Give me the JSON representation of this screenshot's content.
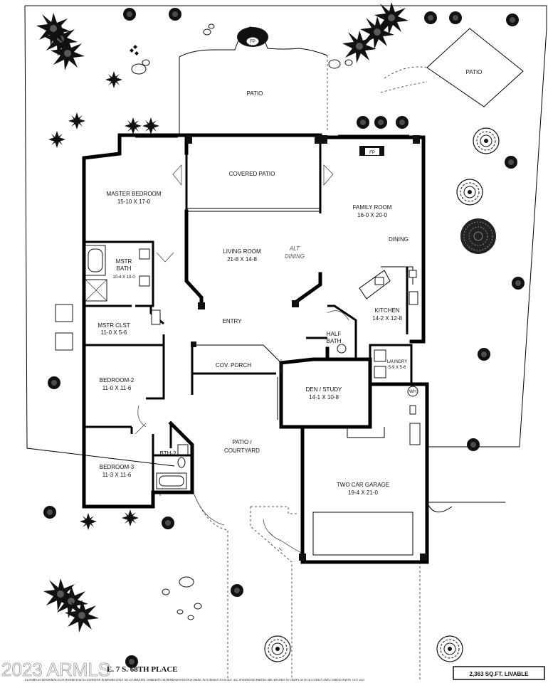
{
  "rooms": {
    "patio_top": "PATIO",
    "patio_right": "PATIO",
    "fireplace_outdoor": "FP",
    "covered_patio": "COVERED PATIO",
    "master_bedroom": {
      "name": "MASTER BEDROOM",
      "dims": "15-10  X  17-0"
    },
    "master_bath": {
      "name": "MSTR",
      "name2": "BATH",
      "dims": "10-4 X 10-0"
    },
    "master_closet": {
      "name": "MSTR  CLST",
      "dims": "11-0 X 5-6"
    },
    "living_room": {
      "name": "LIVING ROOM",
      "dims": "21-8  X  14-8"
    },
    "alt_dining": {
      "line1": "ALT",
      "line2": "DINING"
    },
    "family_room": {
      "name": "FAMILY ROOM",
      "dims": "16-0  X  20-0"
    },
    "fireplace_indoor": "FP",
    "dining": "DINING",
    "kitchen": {
      "name": "KITCHEN",
      "dims": "14-2 X 12-8"
    },
    "half_bath": {
      "line1": "HALF",
      "line2": "BATH"
    },
    "laundry": {
      "name": "LAUNDRY",
      "dims": "5-9 X 5-6"
    },
    "entry": "ENTRY",
    "cov_porch": "COV. PORCH",
    "den_study": {
      "name": "DEN / STUDY",
      "dims": "14-1  X  10-8"
    },
    "bedroom2": {
      "name": "BEDROOM-2",
      "dims": "11-0  X  11-6"
    },
    "bedroom3": {
      "name": "BEDROOM-3",
      "dims": "11-3  X  11-6"
    },
    "bath2": "BTH-2",
    "courtyard": {
      "line1": "PATIO /",
      "line2": "COURTYARD"
    },
    "garage": {
      "name": "TWO CAR GARAGE",
      "dims": "19-4  X  21-0"
    },
    "water_heater": "WH"
  },
  "footer": {
    "watermark": "2023 ARMLS",
    "address": "E. 7  S. 68TH PLACE",
    "disclaimer": "FLOORPLAN RENDERING IS INTENDED FOR ILLUSTRATIVE PURPOSES ONLY.  NO GUARANTEE, WARRANTY OR REPRESENTATION IS MADE.  NOT DRAWN TO SCALE.  ALL INTERESTED PARTIES ARE ADVISED TO VERIFY AS TO ACCURACY AND COMPLETENESS.  OCT. 2021",
    "livable": "2,363 SQ.FT. LIVABLE"
  }
}
